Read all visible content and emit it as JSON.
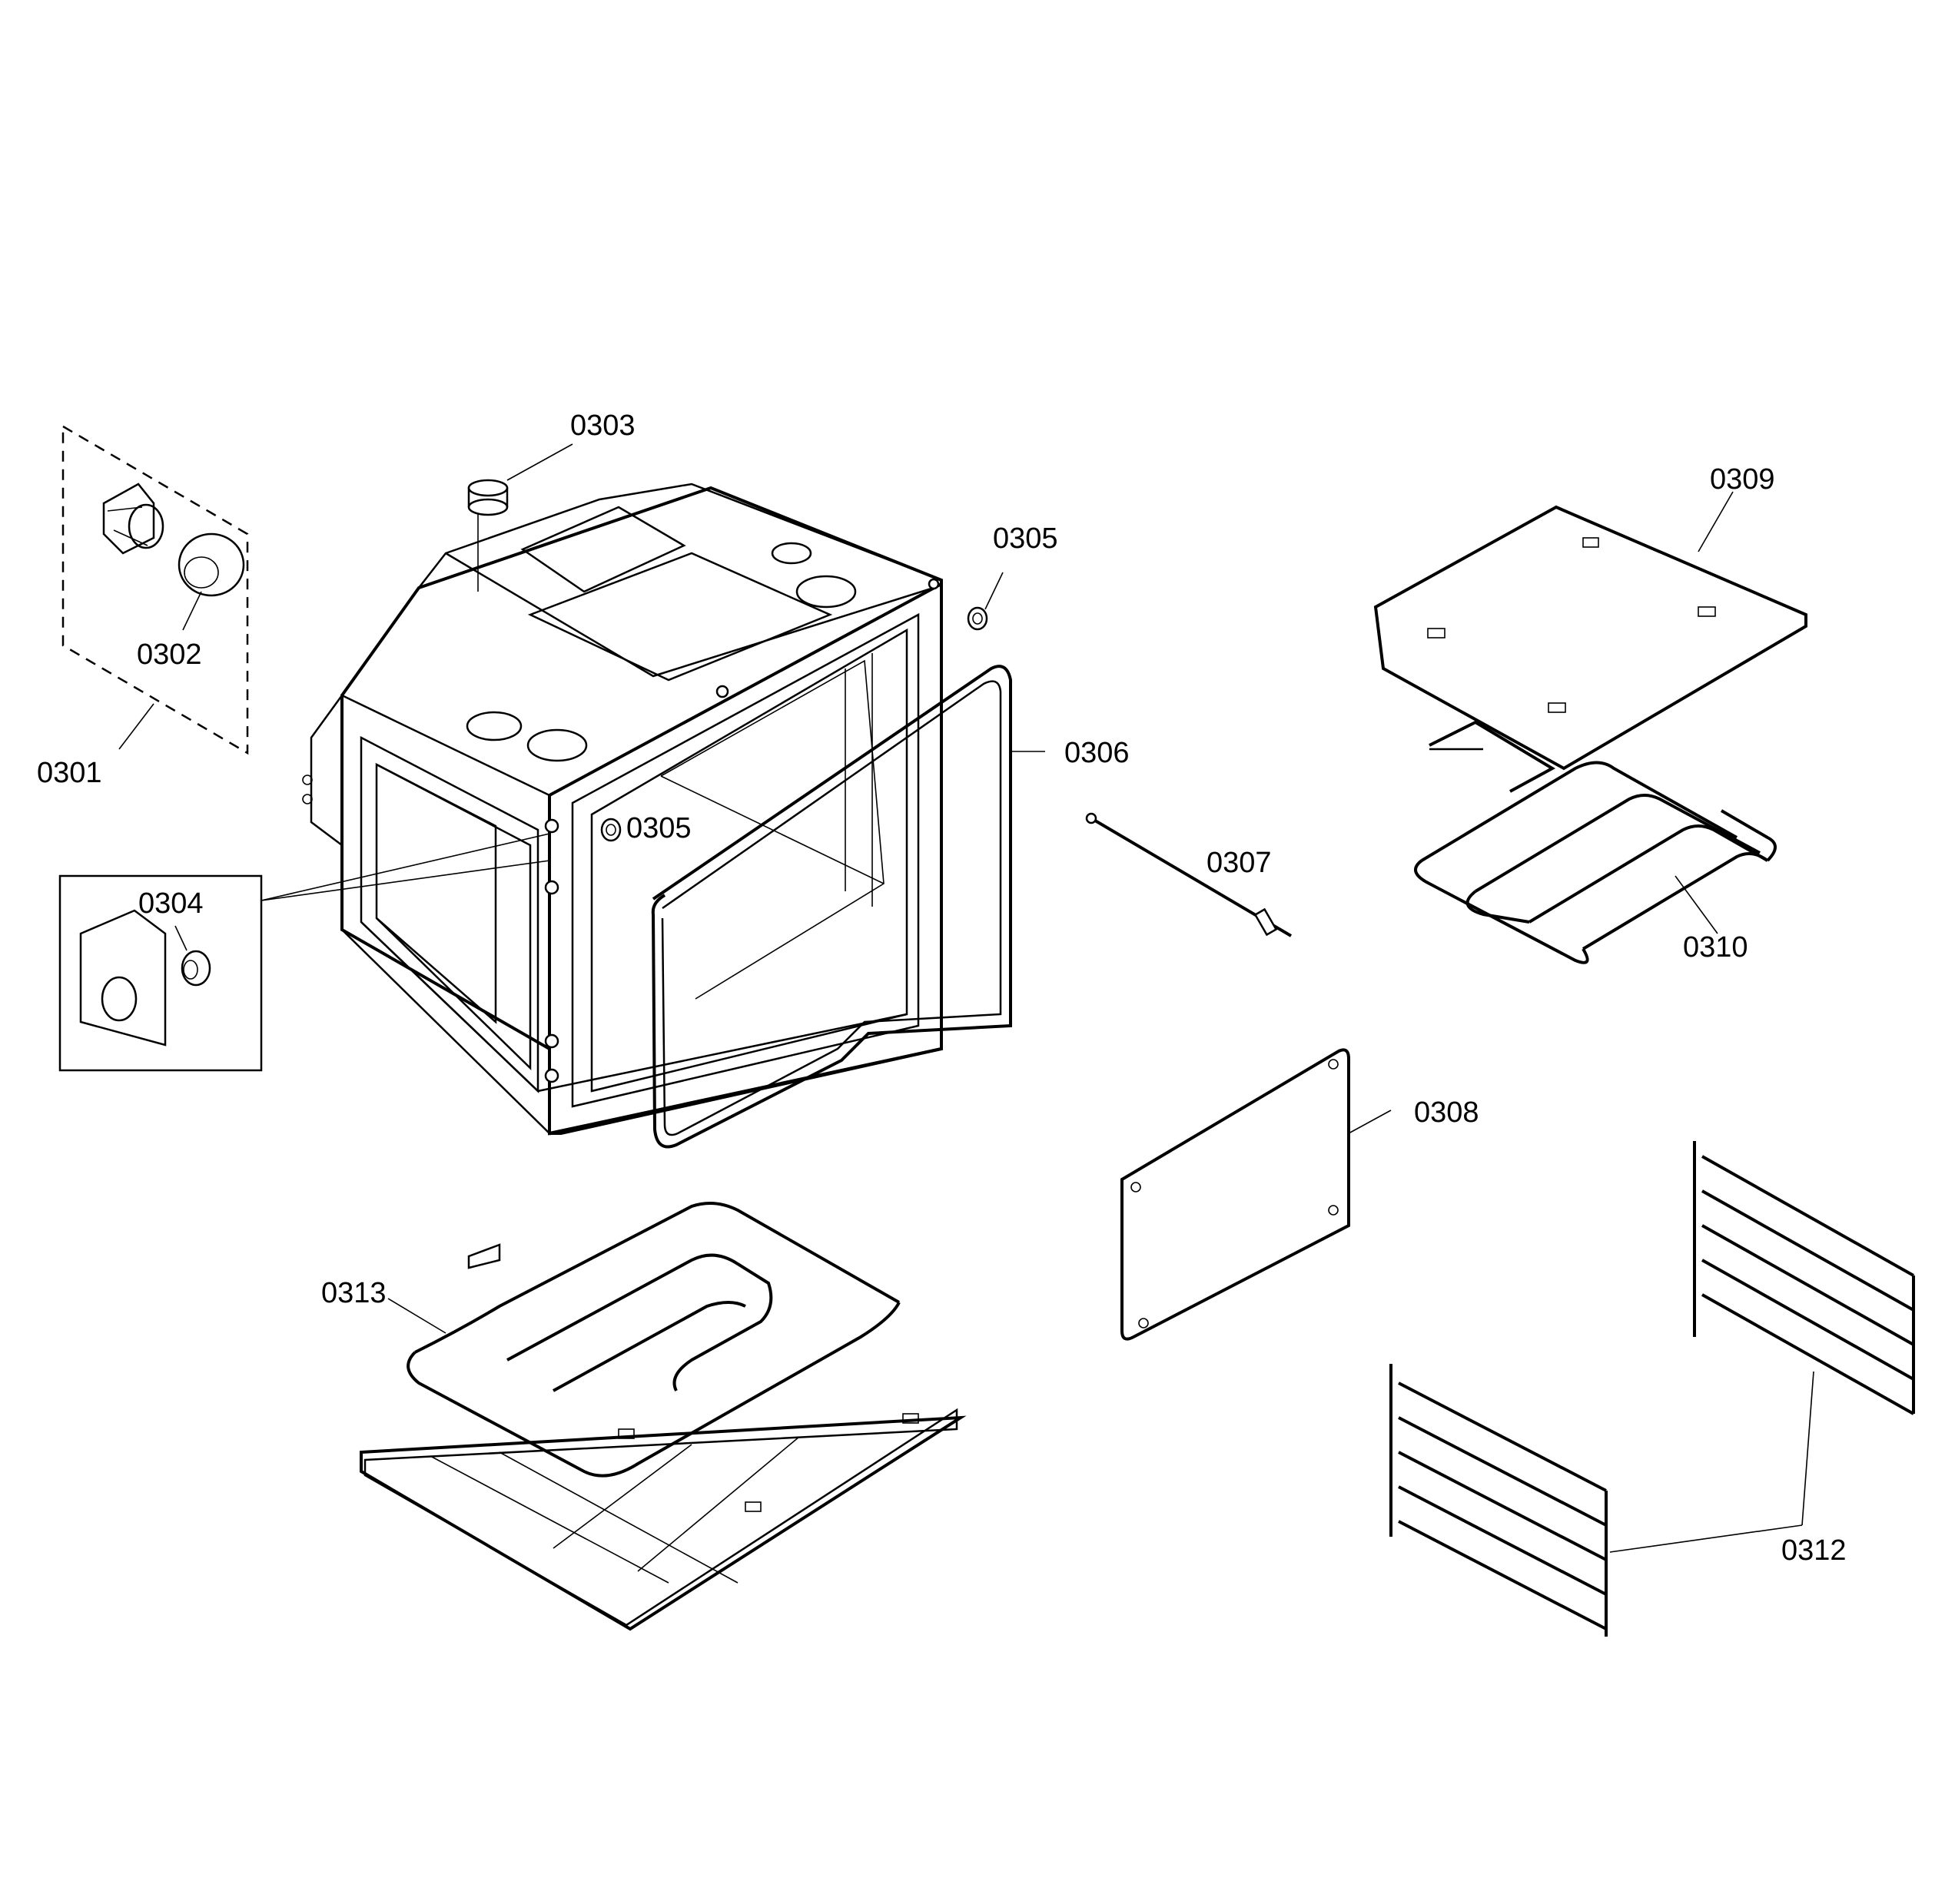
{
  "diagram": {
    "labels": {
      "p0301": "0301",
      "p0302": "0302",
      "p0303": "0303",
      "p0304": "0304",
      "p0305a": "0305",
      "p0305b": "0305",
      "p0306": "0306",
      "p0307": "0307",
      "p0308": "0308",
      "p0309": "0309",
      "p0310": "0310",
      "p0312": "0312",
      "p0313": "0313"
    }
  }
}
